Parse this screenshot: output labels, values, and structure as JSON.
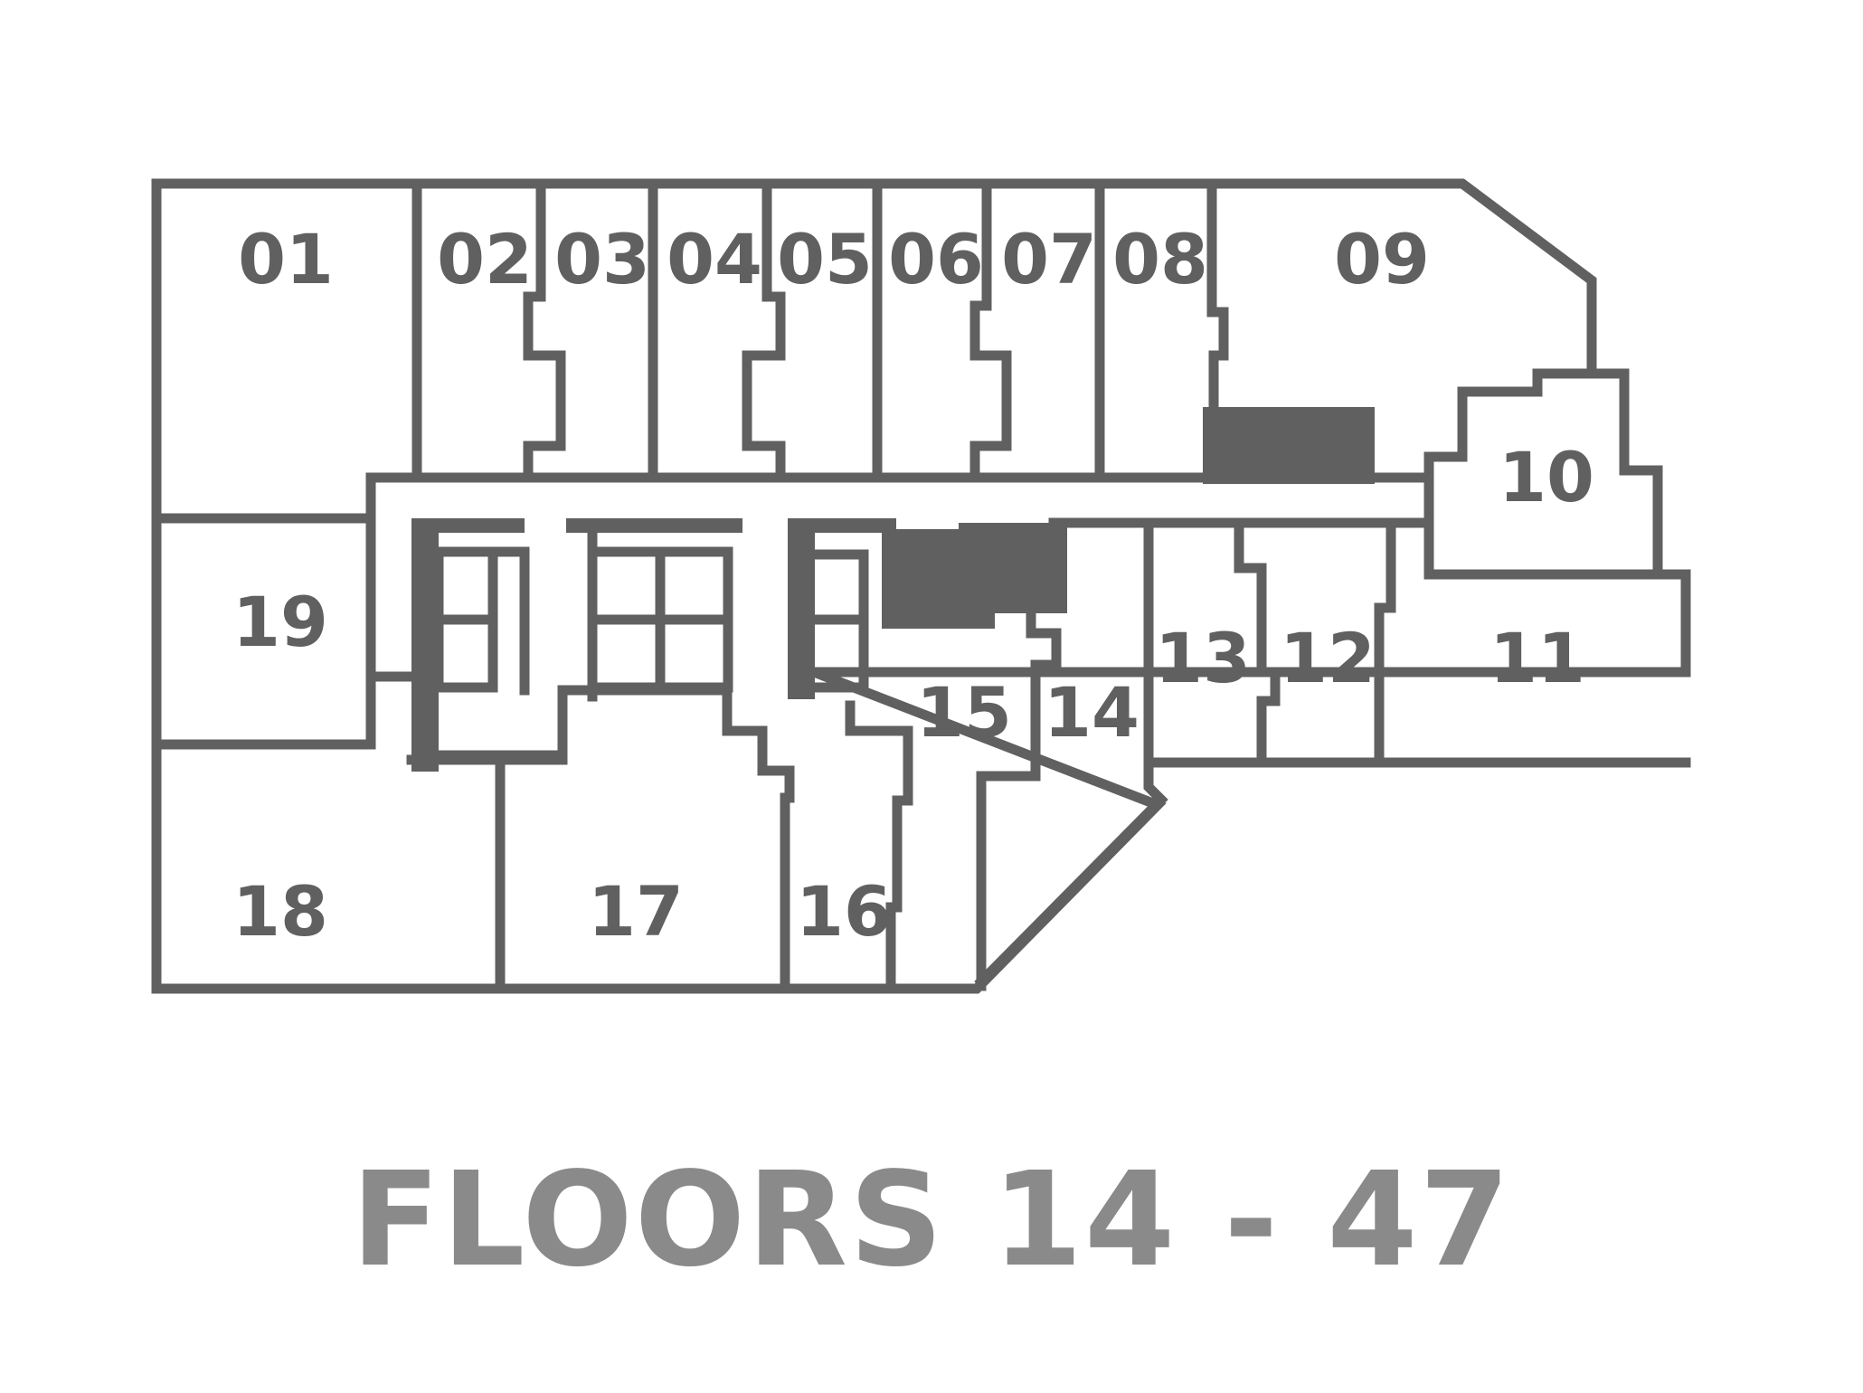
{
  "title": "FLOORS 14 - 47",
  "units": [
    {
      "id": "01",
      "label": "01"
    },
    {
      "id": "02",
      "label": "02"
    },
    {
      "id": "03",
      "label": "03"
    },
    {
      "id": "04",
      "label": "04"
    },
    {
      "id": "05",
      "label": "05"
    },
    {
      "id": "06",
      "label": "06"
    },
    {
      "id": "07",
      "label": "07"
    },
    {
      "id": "08",
      "label": "08"
    },
    {
      "id": "09",
      "label": "09"
    },
    {
      "id": "10",
      "label": "10"
    },
    {
      "id": "11",
      "label": "11"
    },
    {
      "id": "12",
      "label": "12"
    },
    {
      "id": "13",
      "label": "13"
    },
    {
      "id": "14",
      "label": "14"
    },
    {
      "id": "15",
      "label": "15"
    },
    {
      "id": "16",
      "label": "16"
    },
    {
      "id": "17",
      "label": "17"
    },
    {
      "id": "18",
      "label": "18"
    },
    {
      "id": "19",
      "label": "19"
    }
  ],
  "colors": {
    "walls": "#606060",
    "title": "#8a8a8a",
    "background": "#ffffff"
  }
}
